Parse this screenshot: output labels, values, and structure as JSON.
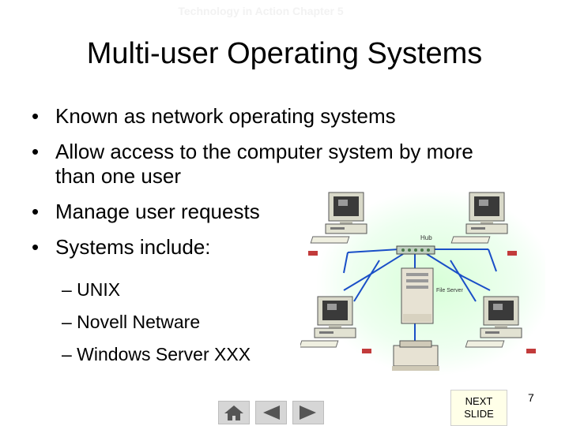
{
  "header": {
    "faint_text": "Technology in Action Chapter 5"
  },
  "slide": {
    "title": "Multi-user Operating Systems",
    "bullets": [
      "Known as network operating systems",
      "Allow access to the computer system by more than one user",
      "Manage user requests",
      "Systems include:"
    ],
    "sub_bullets": [
      "– UNIX",
      "– Novell Netware",
      "– Windows Server XXX"
    ],
    "bullet_char": "•"
  },
  "diagram": {
    "hub_label": "Hub",
    "server_label": "File Server"
  },
  "navigation": {
    "next_line1": "NEXT",
    "next_line2": "SLIDE",
    "page_number": "7",
    "icons": [
      "home-icon",
      "arrow-left-icon",
      "arrow-right-icon"
    ]
  },
  "colors": {
    "network_glow": "#e8ffe8",
    "cable": "#1a4fc7",
    "monitor_screen": "#3a3a3a"
  }
}
